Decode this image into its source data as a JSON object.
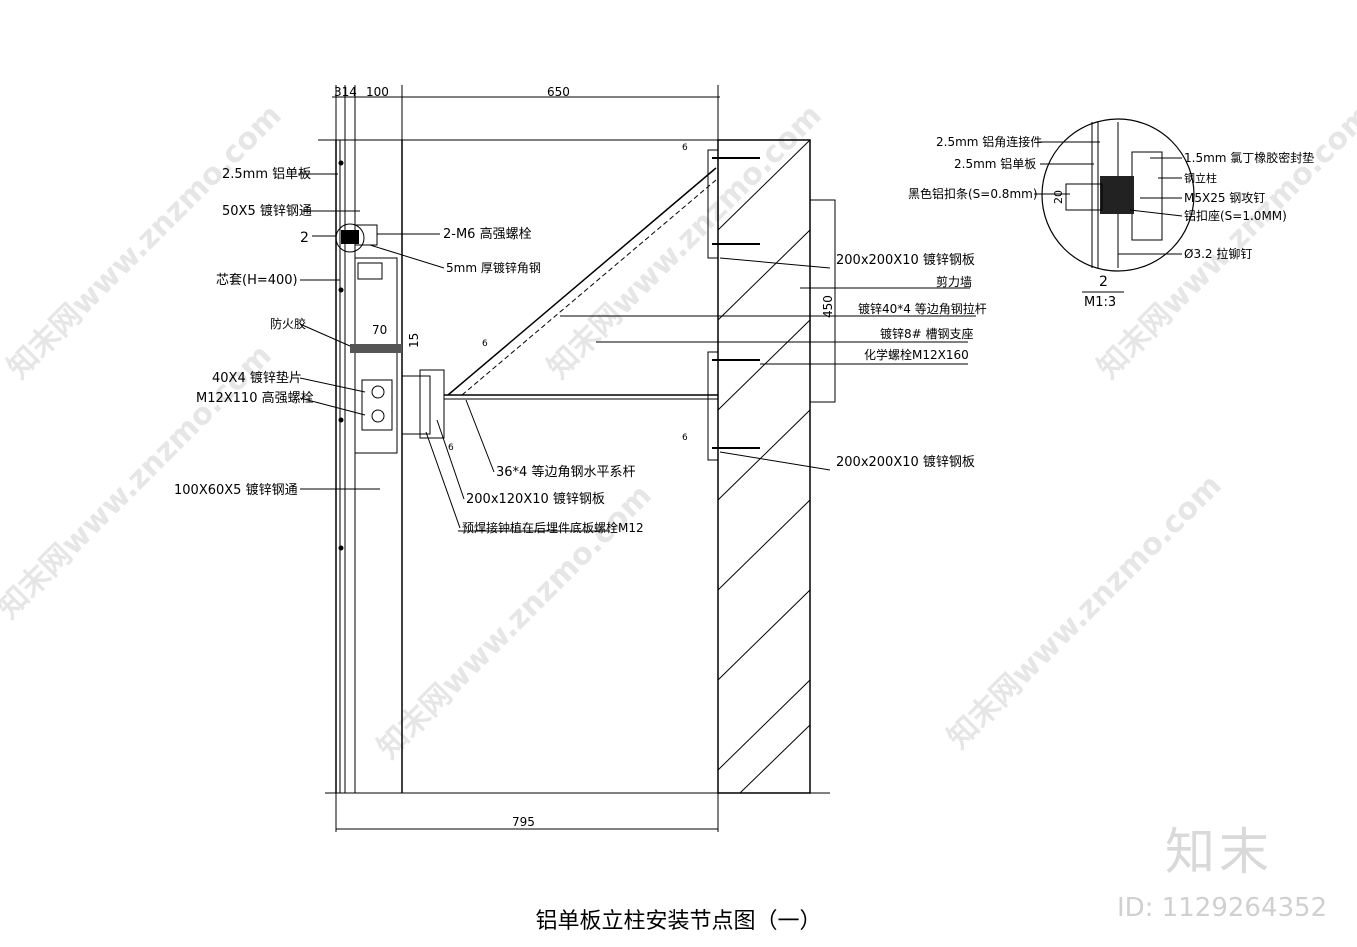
{
  "title": "铝单板立柱安装节点图（一）",
  "watermark": {
    "logo": "知末",
    "id_text": "ID: 1129264352",
    "url": "知末网www.znzmo.com"
  },
  "dimensions": {
    "d314": "314",
    "d100": "100",
    "d650": "650",
    "d795": "795",
    "d70": "70",
    "d15": "15",
    "d450": "450",
    "d20": "20",
    "detail_no": "2"
  },
  "labels": {
    "alu_panel": "2.5mm 铝单板",
    "steel_channel_50": "50X5 镀锌钢通",
    "bolt_2m6": "2-M6 高强螺栓",
    "angle_5mm": "5mm 厚镀锌角钢",
    "core_sleeve": "芯套(H=400)",
    "fireproof": "防火胶",
    "shim_40x4": "40X4 镀锌垫片",
    "bolt_m12x110": "M12X110 高强螺栓",
    "channel_100x60": "100X60X5 镀锌钢通",
    "plate_200x200_top": "200x200X10 镀锌钢板",
    "shear_wall": "剪力墙",
    "tie_rod": "镀锌40*4 等边角钢拉杆",
    "channel_support": "镀锌8# 槽钢支座",
    "chem_anchor": "化学螺栓M12X160",
    "plate_200x200_bottom": "200x200X10 镀锌钢板",
    "angle_36x4": "36*4 等边角钢水平系杆",
    "plate_200x120": "200x120X10 镀锌钢板",
    "weld_note": "预焊接钟植在后埋件底板螺栓M12",
    "weld_symbol": "6"
  },
  "detail": {
    "alu_connector": "2.5mm 铝角连接件",
    "alu_panel": "2.5mm 铝单板",
    "black_strip": "黑色铝扣条(S=0.8mm)",
    "rubber_seal": "1.5mm 氯丁橡胶密封垫",
    "steel_post": "钢立柱",
    "screw": "M5X25 钢攻钉",
    "alu_base": "铝扣座(S=1.0MM)",
    "rivet": "Ø3.2 拉铆钉",
    "scale_no": "2",
    "scale": "M1:3"
  }
}
